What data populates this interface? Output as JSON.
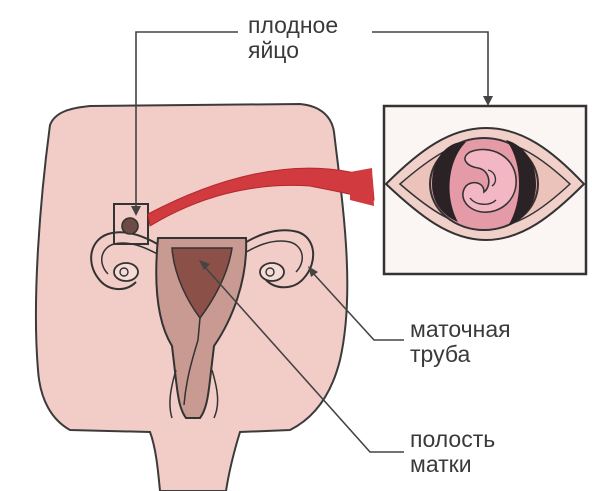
{
  "labels": {
    "fertilized_egg": {
      "line1": "плодное",
      "line2": "яйцо"
    },
    "fallopian_tube": {
      "line1": "маточная",
      "line2": "труба"
    },
    "uterine_cavity": {
      "line1": "полость",
      "line2": "матки"
    }
  },
  "colors": {
    "body": "#f2cdc7",
    "uterus_wall": "#c99a92",
    "cavity": "#8b5048",
    "tube": "#e8bcb4",
    "arrow_band": "#d13a3e",
    "outline": "#333333",
    "leader": "#444444",
    "embryo": "#e59aa8"
  }
}
